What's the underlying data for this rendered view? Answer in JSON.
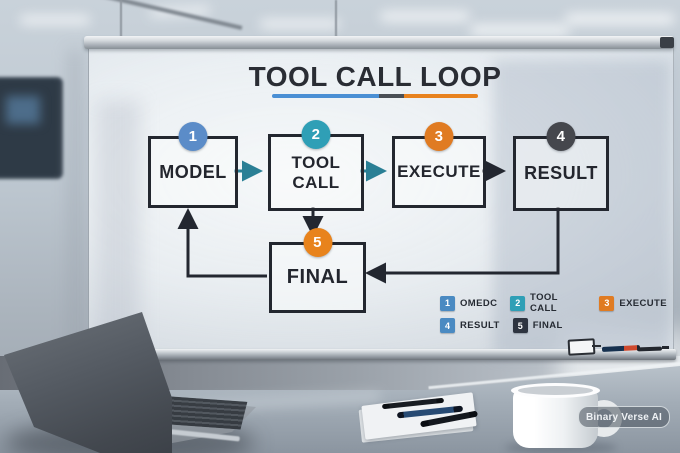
{
  "board": {
    "title": "TOOL CALL LOOP",
    "underline_colors": [
      "#4a8fd4",
      "#4a4f55",
      "#e8821e"
    ],
    "nodes": [
      {
        "num": "1",
        "label": "MODEL",
        "color": "#5b8cc8"
      },
      {
        "num": "2",
        "label": "TOOL CALL",
        "color": "#2f9fb6"
      },
      {
        "num": "3",
        "label": "EXECUTE",
        "color": "#e07b22"
      },
      {
        "num": "4",
        "label": "RESULT",
        "color": "#45474d"
      },
      {
        "num": "5",
        "label": "FINAL",
        "color": "#e8831c"
      }
    ],
    "arrow_colors": {
      "teal": "#2a7f95",
      "dark": "#232730"
    },
    "legend": [
      {
        "num": "1",
        "label": "OMEDC",
        "color": "#4a8ac2"
      },
      {
        "num": "2",
        "label": "TOOL CALL",
        "color": "#2f9fb6"
      },
      {
        "num": "3",
        "label": "EXECUTE",
        "color": "#e07b22"
      },
      {
        "num": "4",
        "label": "RESULT",
        "color": "#4a8ac2"
      },
      {
        "num": "5",
        "label": "FINAL",
        "color": "#2e3440"
      }
    ]
  },
  "watermark": {
    "label": "Binary Verse AI"
  }
}
